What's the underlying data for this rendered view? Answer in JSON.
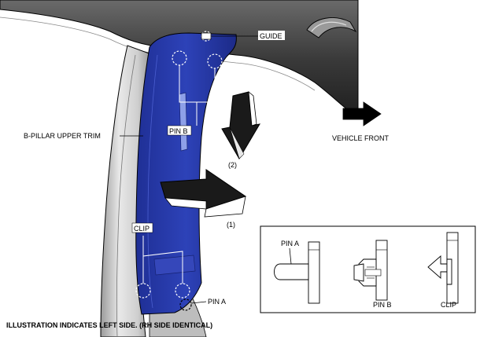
{
  "labels": {
    "guide": "GUIDE",
    "b_pillar_upper_trim": "B-PILLAR UPPER TRIM",
    "pin_b_main": "PIN B",
    "step_2": "(2)",
    "step_1": "(1)",
    "vehicle_front": "VEHICLE FRONT",
    "clip_main": "CLIP",
    "pin_a_main": "PIN A",
    "footnote": "ILLUSTRATION INDICATES LEFT SIDE. (RH SIDE IDENTICAL)"
  },
  "inset": {
    "pin_a": "PIN A",
    "pin_b": "PIN B",
    "clip": "CLIP"
  },
  "colors": {
    "trim_blue": "#2b3eb0",
    "headliner_dark": "#2a2a2a",
    "pillar_gray": "#cfcfcf"
  }
}
